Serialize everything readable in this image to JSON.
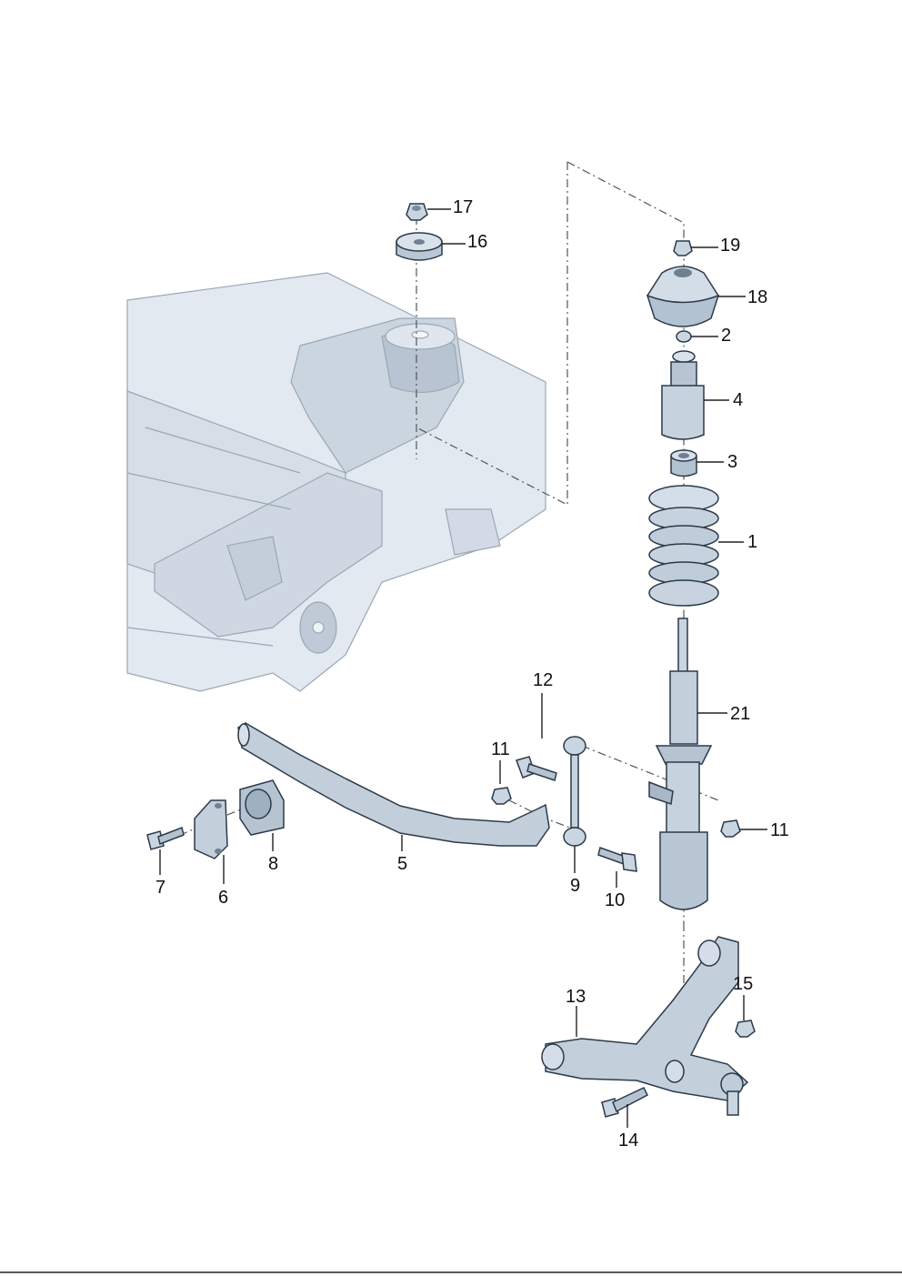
{
  "diagram": {
    "callouts": [
      {
        "id": "17",
        "text": "17"
      },
      {
        "id": "16",
        "text": "16"
      },
      {
        "id": "19",
        "text": "19"
      },
      {
        "id": "18",
        "text": "18"
      },
      {
        "id": "2",
        "text": "2"
      },
      {
        "id": "4",
        "text": "4"
      },
      {
        "id": "3",
        "text": "3"
      },
      {
        "id": "1",
        "text": "1"
      },
      {
        "id": "12",
        "text": "12"
      },
      {
        "id": "21",
        "text": "21"
      },
      {
        "id": "11a",
        "text": "11"
      },
      {
        "id": "11b",
        "text": "11"
      },
      {
        "id": "7",
        "text": "7"
      },
      {
        "id": "6",
        "text": "6"
      },
      {
        "id": "8",
        "text": "8"
      },
      {
        "id": "5",
        "text": "5"
      },
      {
        "id": "9",
        "text": "9"
      },
      {
        "id": "10",
        "text": "10"
      },
      {
        "id": "13",
        "text": "13"
      },
      {
        "id": "15",
        "text": "15"
      },
      {
        "id": "14",
        "text": "14"
      }
    ]
  },
  "colors": {
    "part_fill": "#c9d5e0",
    "part_shade": "#9fb0c1",
    "frame_fill": "#dde4ec",
    "ink": "#111111"
  }
}
